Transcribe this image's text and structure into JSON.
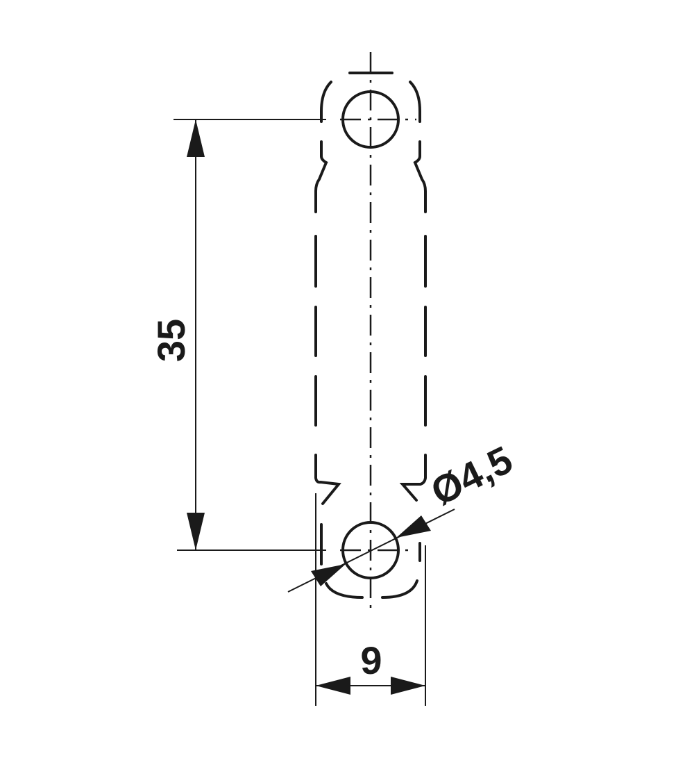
{
  "drawing": {
    "dimensions": {
      "height_label": "35",
      "width_label": "9",
      "hole_diameter_label": "Ø4,5"
    },
    "line_color": "#1a1a1a",
    "background": "#ffffff"
  }
}
